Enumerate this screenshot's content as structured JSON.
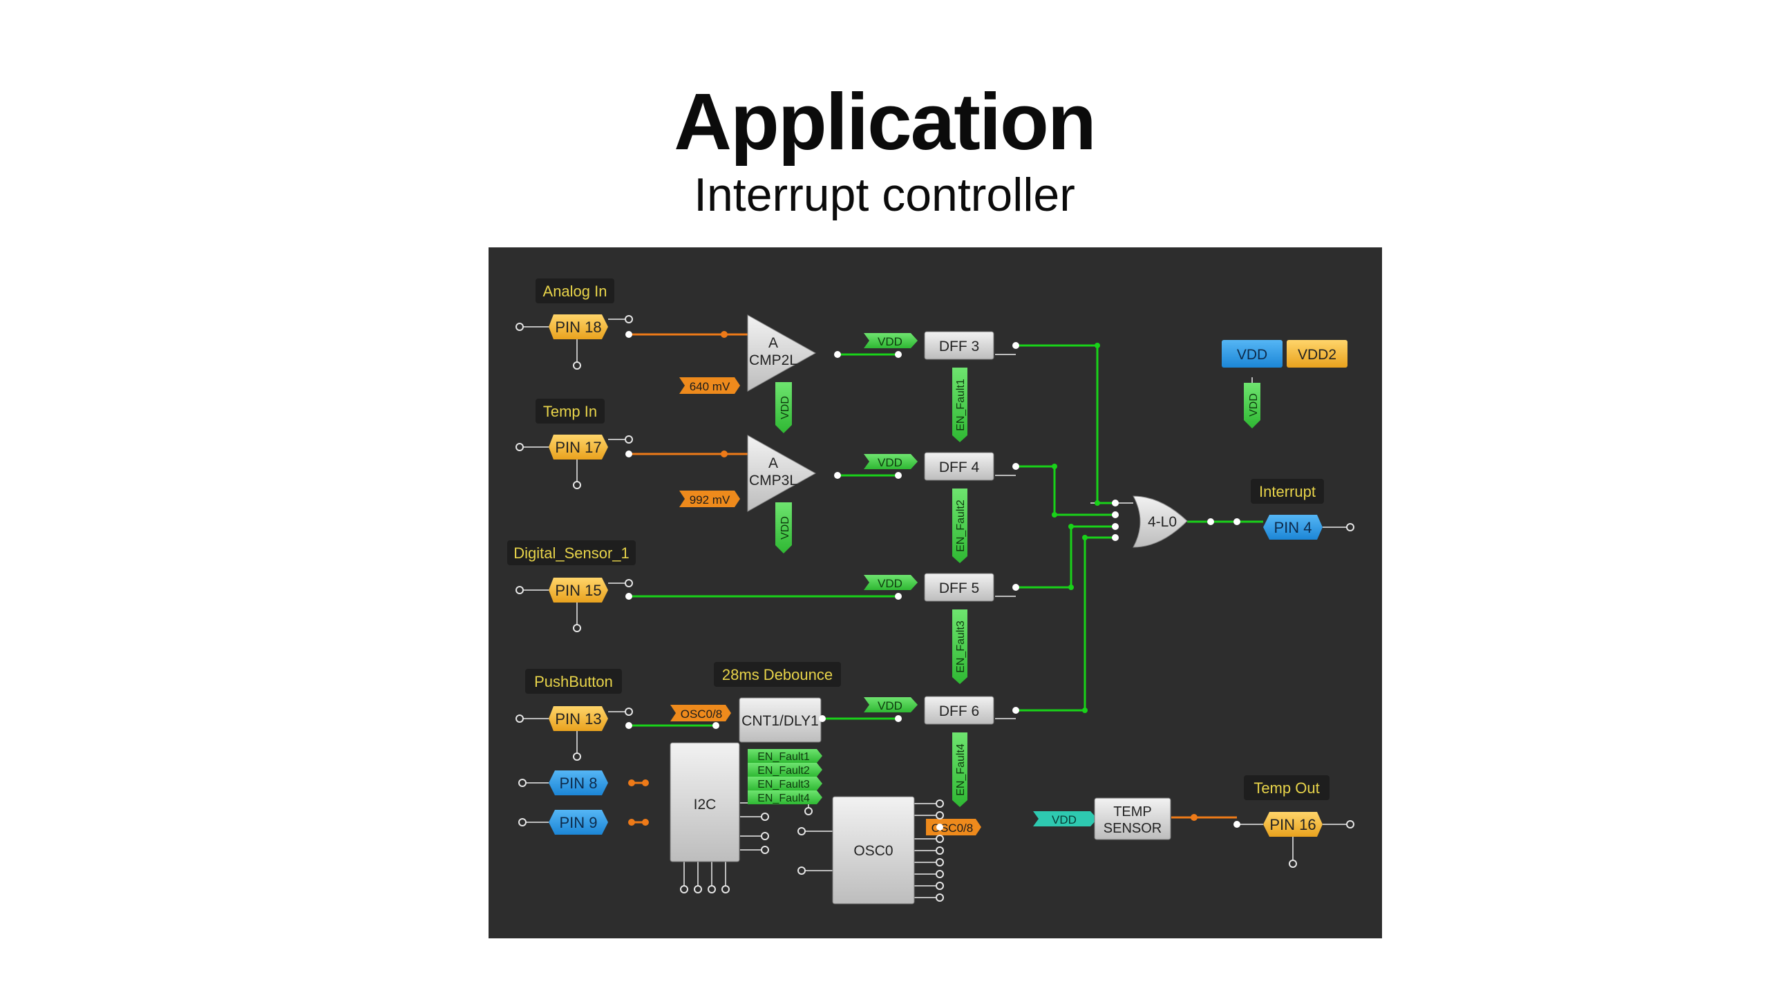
{
  "header": {
    "title": "Application",
    "subtitle": "Interrupt controller"
  },
  "colors": {
    "panel_bg": "#2d2d2d",
    "pin_orange": "#f4b93a",
    "pin_blue": "#2e9ae6",
    "wire_green": "#19d219",
    "wire_orange": "#ee7a18",
    "tag_green": "#49d04d",
    "label_text": "#e8d44a"
  },
  "labels": {
    "analog_in": "Analog In",
    "temp_in": "Temp In",
    "digital_sensor": "Digital_Sensor_1",
    "pushbutton": "PushButton",
    "debounce": "28ms Debounce",
    "interrupt": "Interrupt",
    "temp_out": "Temp Out"
  },
  "pins": {
    "pin18": "PIN 18",
    "pin17": "PIN 17",
    "pin15": "PIN 15",
    "pin13": "PIN 13",
    "pin8": "PIN 8",
    "pin9": "PIN 9",
    "pin4": "PIN 4",
    "pin16": "PIN 16"
  },
  "blocks": {
    "cmp2l_a": "A",
    "cmp2l": "CMP2L",
    "cmp3l_a": "A",
    "cmp3l": "CMP3L",
    "dff3": "DFF 3",
    "dff4": "DFF 4",
    "dff5": "DFF 5",
    "dff6": "DFF 6",
    "or_gate": "4-L0",
    "cnt1": "CNT1/DLY1",
    "i2c": "I2C",
    "osc0": "OSC0",
    "temp_sensor_1": "TEMP",
    "temp_sensor_2": "SENSOR",
    "vdd_box": "VDD",
    "vdd2_box": "VDD2"
  },
  "tags": {
    "vdd": "VDD",
    "mv640": "640 mV",
    "mv992": "992 mV",
    "en_fault1": "EN_Fault1",
    "en_fault2": "EN_Fault2",
    "en_fault3": "EN_Fault3",
    "en_fault4": "EN_Fault4",
    "osc0_8": "OSC0/8"
  }
}
